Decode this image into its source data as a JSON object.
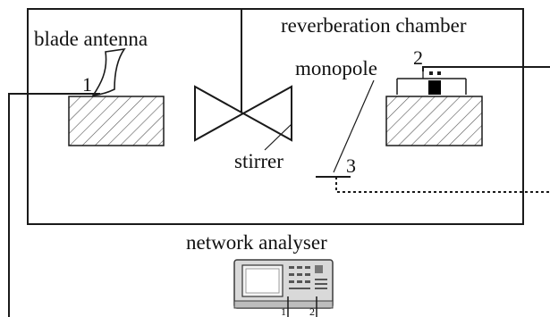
{
  "labels": {
    "chamber": "reverberation chamber",
    "blade_antenna": "blade antenna",
    "monopole": "monopole",
    "stirrer": "stirrer",
    "network_analyser": "network analyser"
  },
  "ports": {
    "blade_port": "1",
    "monopole_port": "2",
    "probe_port": "3",
    "analyser_port_1": "1",
    "analyser_port_2": "2"
  }
}
